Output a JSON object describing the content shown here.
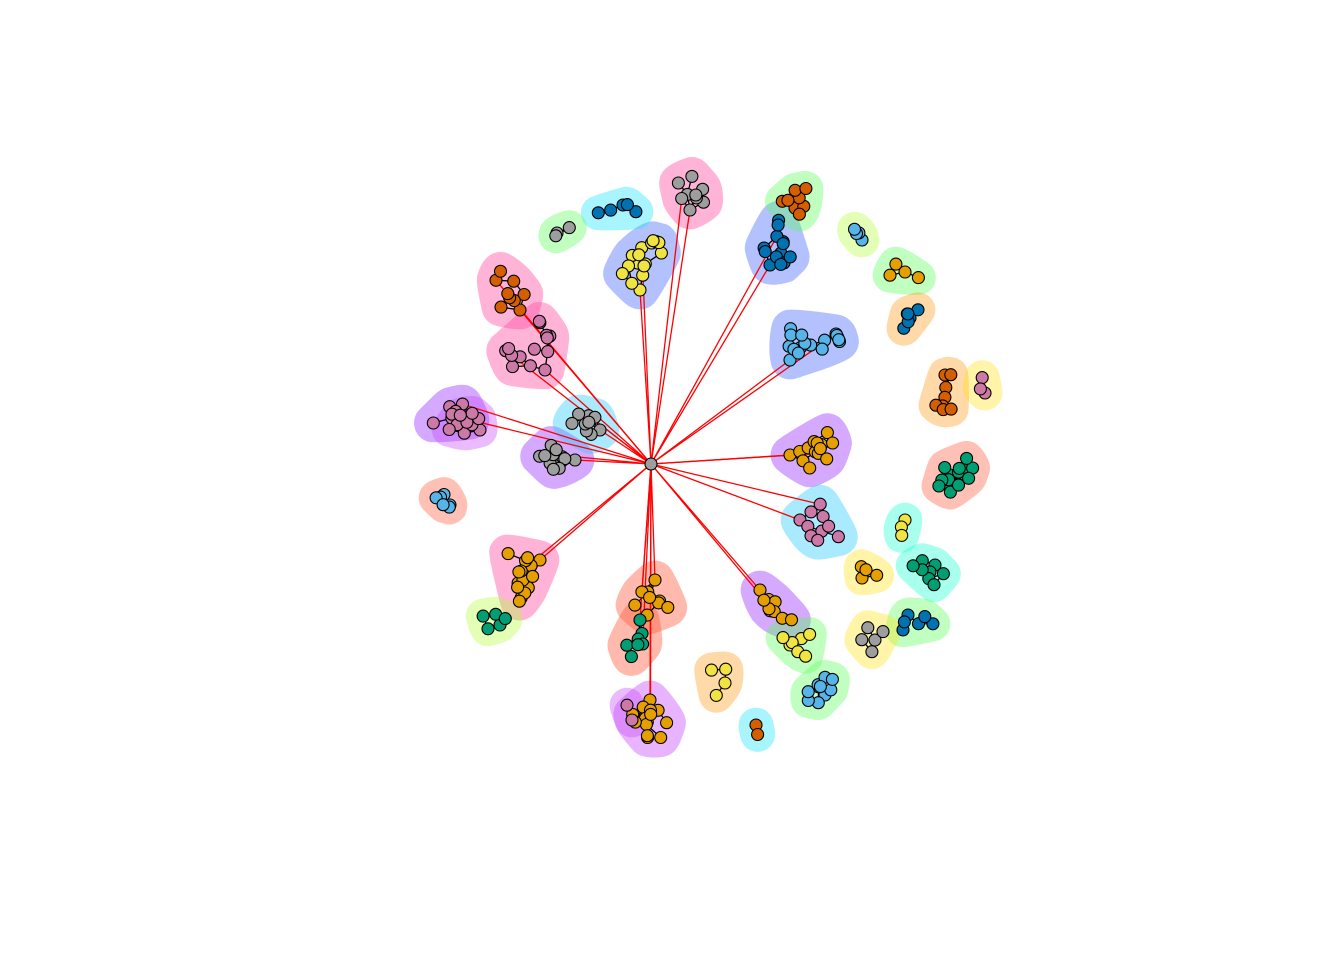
{
  "palette": {
    "node": {
      "gray": "#9e9e9e",
      "yellow": "#f0e442",
      "orange": "#e69f00",
      "vermillion": "#d55e00",
      "skyblue": "#56b4e9",
      "blue": "#0072b2",
      "green": "#009e73",
      "pink": "#cc79a7"
    },
    "hull": [
      "#ff4da0",
      "#4d6bff",
      "#33ccff",
      "#9933ff",
      "#ff5a3c",
      "#5aff5a",
      "#b3ff3c",
      "#ffe11a",
      "#ff9a1a",
      "#1affd2",
      "#1ae6ff",
      "#c94dff"
    ],
    "edge_within": "#000000",
    "edge_between": "#ff0000"
  },
  "diagram": {
    "type": "network-community-plot",
    "hub_color": "gray",
    "communities": [
      {
        "hull": "#ff4da0",
        "node": "gray",
        "size": 9
      },
      {
        "hull": "#4d6bff",
        "node": "yellow",
        "size": 16
      },
      {
        "hull": "#4d6bff",
        "node": "blue",
        "size": 13
      },
      {
        "hull": "#4d6bff",
        "node": "skyblue",
        "size": 18
      },
      {
        "hull": "#ff4da0",
        "node": "vermillion",
        "size": 9
      },
      {
        "hull": "#ff4da0",
        "node": "pink",
        "size": 14
      },
      {
        "hull": "#9933ff",
        "node": "pink",
        "size": 9
      },
      {
        "hull": "#9933ff",
        "node": "gray",
        "size": 12
      },
      {
        "hull": "#33ccff",
        "node": "gray",
        "size": 10
      },
      {
        "hull": "#9933ff",
        "node": "orange",
        "size": 14
      },
      {
        "hull": "#33ccff",
        "node": "pink",
        "size": 10
      },
      {
        "hull": "#ff4da0",
        "node": "orange",
        "size": 16
      },
      {
        "hull": "#ff5a3c",
        "node": "orange",
        "size": 9
      },
      {
        "hull": "#c94dff",
        "node": "orange",
        "size": 14
      },
      {
        "hull": "#9933ff",
        "node": "orange",
        "size": 9
      },
      {
        "hull": "#ff5a3c",
        "node": "green",
        "size": 7
      }
    ],
    "islands": [
      {
        "hull": "#1ae6ff",
        "node": "blue",
        "size": 5
      },
      {
        "hull": "#5aff5a",
        "node": "gray",
        "size": 3
      },
      {
        "hull": "#5aff5a",
        "node": "vermillion",
        "size": 8
      },
      {
        "hull": "#b3ff3c",
        "node": "skyblue",
        "size": 4
      },
      {
        "hull": "#5aff5a",
        "node": "orange",
        "size": 4
      },
      {
        "hull": "#ff9a1a",
        "node": "blue",
        "size": 6
      },
      {
        "hull": "#ff9a1a",
        "node": "vermillion",
        "size": 8
      },
      {
        "hull": "#ffe11a",
        "node": "pink",
        "size": 3
      },
      {
        "hull": "#ff5a3c",
        "node": "green",
        "size": 15
      },
      {
        "hull": "#1affd2",
        "node": "yellow",
        "size": 3
      },
      {
        "hull": "#1affd2",
        "node": "green",
        "size": 8
      },
      {
        "hull": "#ffe11a",
        "node": "orange",
        "size": 4
      },
      {
        "hull": "#5aff5a",
        "node": "blue",
        "size": 6
      },
      {
        "hull": "#ffe11a",
        "node": "gray",
        "size": 5
      },
      {
        "hull": "#5aff5a",
        "node": "yellow",
        "size": 7
      },
      {
        "hull": "#5aff5a",
        "node": "skyblue",
        "size": 10
      },
      {
        "hull": "#ff9a1a",
        "node": "yellow",
        "size": 4
      },
      {
        "hull": "#1ae6ff",
        "node": "vermillion",
        "size": 2
      },
      {
        "hull": "#c94dff",
        "node": "pink",
        "size": 2
      },
      {
        "hull": "#b3ff3c",
        "node": "green",
        "size": 5
      },
      {
        "hull": "#ff5a3c",
        "node": "skyblue",
        "size": 6
      },
      {
        "hull": "#c94dff",
        "node": "pink",
        "size": 9
      }
    ]
  }
}
